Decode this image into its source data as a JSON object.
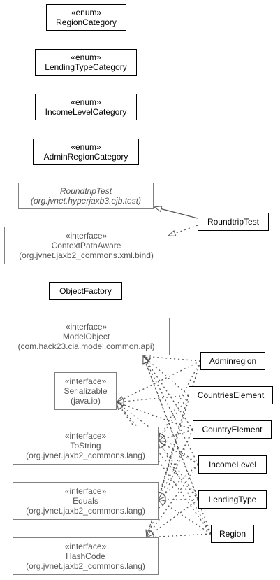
{
  "colors": {
    "dark_border": "#000000",
    "gray_border": "#808080",
    "gray_text": "#555555",
    "edge": "#555555"
  },
  "nodes": {
    "region_category": {
      "stereotype": "«enum»",
      "name": "RegionCategory"
    },
    "lending_type_category": {
      "stereotype": "«enum»",
      "name": "LendingTypeCategory"
    },
    "income_level_category": {
      "stereotype": "«enum»",
      "name": "IncomeLevelCategory"
    },
    "admin_region_category": {
      "stereotype": "«enum»",
      "name": "AdminRegionCategory"
    },
    "roundtrip_test_base": {
      "name": "RoundtripTest",
      "package": "(org.jvnet.hyperjaxb3.ejb.test)"
    },
    "context_path_aware": {
      "stereotype": "«interface»",
      "name": "ContextPathAware",
      "package": "(org.jvnet.jaxb2_commons.xml.bind)"
    },
    "roundtrip_test": {
      "name": "RoundtripTest"
    },
    "object_factory": {
      "name": "ObjectFactory"
    },
    "model_object": {
      "stereotype": "«interface»",
      "name": "ModelObject",
      "package": "(com.hack23.cia.model.common.api)"
    },
    "serializable": {
      "stereotype": "«interface»",
      "name": "Serializable",
      "package": "(java.io)"
    },
    "to_string": {
      "stereotype": "«interface»",
      "name": "ToString",
      "package": "(org.jvnet.jaxb2_commons.lang)"
    },
    "equals": {
      "stereotype": "«interface»",
      "name": "Equals",
      "package": "(org.jvnet.jaxb2_commons.lang)"
    },
    "hash_code": {
      "stereotype": "«interface»",
      "name": "HashCode",
      "package": "(org.jvnet.jaxb2_commons.lang)"
    },
    "adminregion": {
      "name": "Adminregion"
    },
    "countries_element": {
      "name": "CountriesElement"
    },
    "country_element": {
      "name": "CountryElement"
    },
    "income_level": {
      "name": "IncomeLevel"
    },
    "lending_type": {
      "name": "LendingType"
    },
    "region": {
      "name": "Region"
    }
  }
}
